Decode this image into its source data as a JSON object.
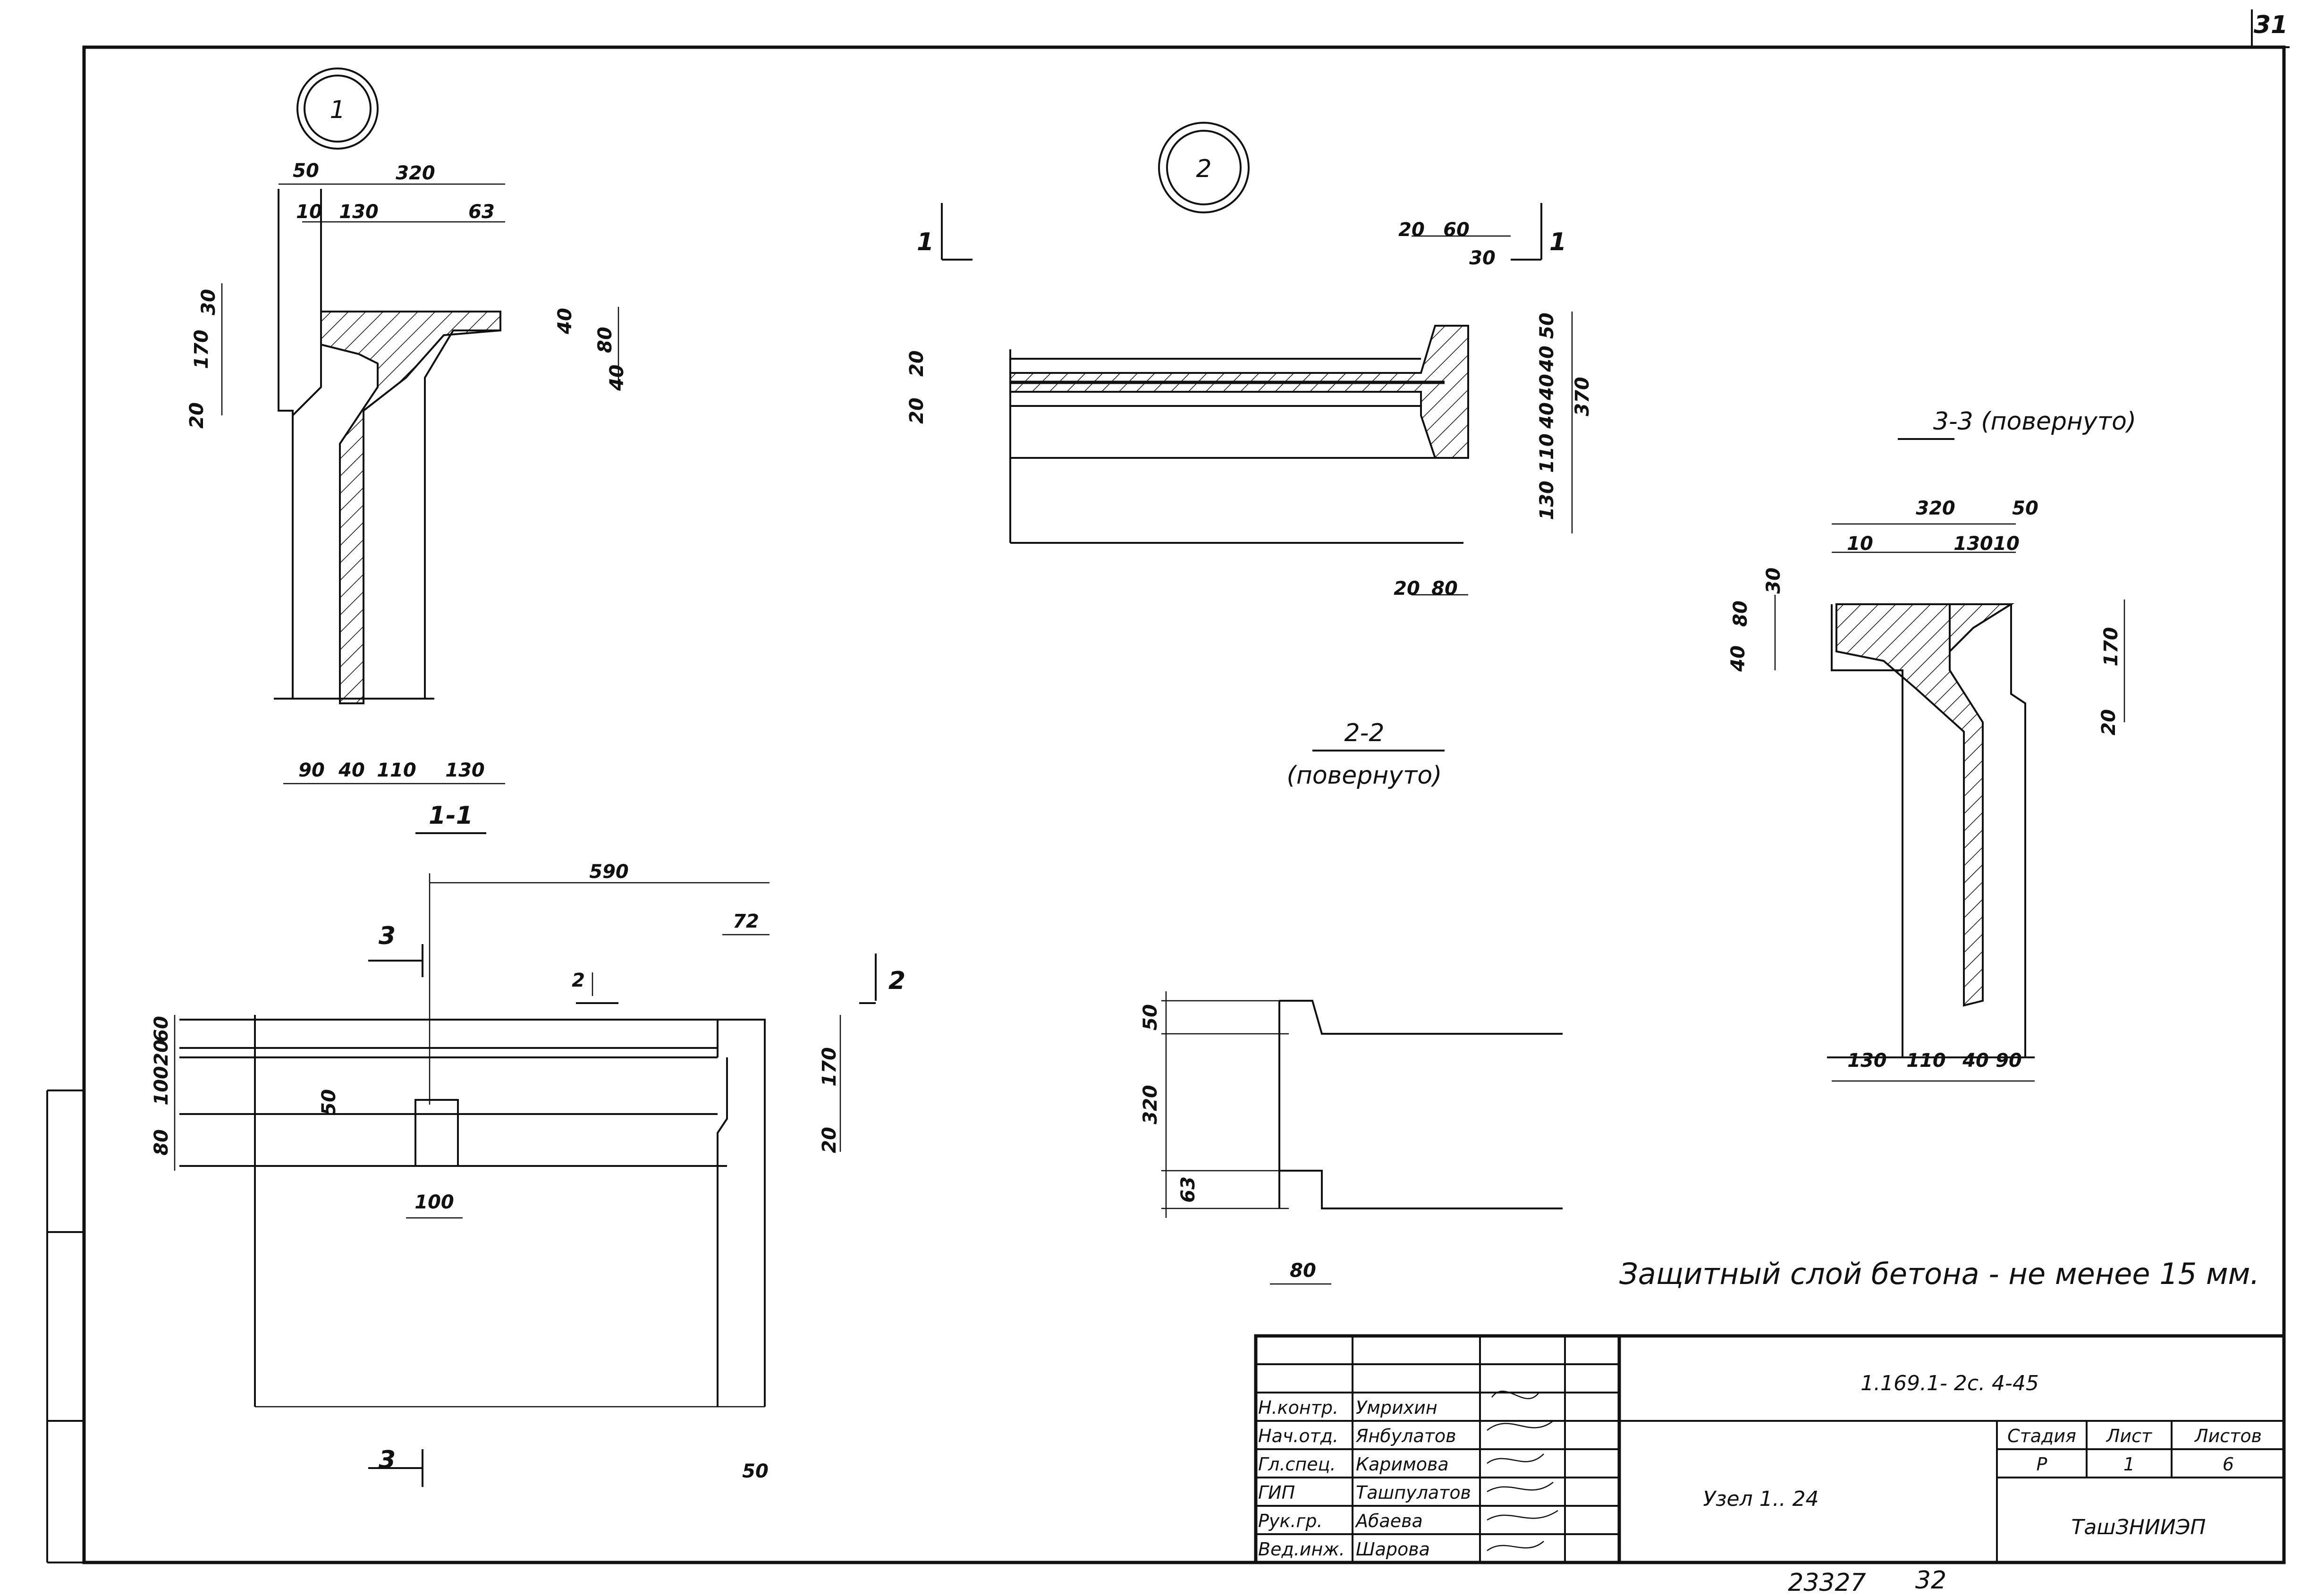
{
  "sheet": {
    "page_number": "31",
    "bottom_code": "23327",
    "bottom_sheet": "32"
  },
  "node1": {
    "label": "1",
    "section_label": "1-1",
    "dims_top": [
      "50",
      "320",
      "10",
      "130",
      "63"
    ],
    "dims_left": [
      "30",
      "170",
      "20"
    ],
    "dims_right": [
      "40",
      "80",
      "40"
    ],
    "dims_bottom": [
      "90",
      "40",
      "110",
      "130"
    ]
  },
  "node2": {
    "label": "2",
    "section_label": "2-2",
    "section_note": "(повернуто)",
    "cut_mark": "1",
    "cut_mark_right": "1",
    "dims_top": [
      "20",
      "60",
      "30"
    ],
    "dims_left": [
      "20",
      "20"
    ],
    "dims_right": [
      "50",
      "40",
      "40",
      "40",
      "110",
      "130"
    ],
    "dim_total": "370",
    "dims_bottom": [
      "20",
      "80"
    ]
  },
  "node3": {
    "section_label": "3-3 (повернуто)",
    "dims_top": [
      "320",
      "50",
      "10",
      "130",
      "10"
    ],
    "dims_left": [
      "30",
      "80",
      "40"
    ],
    "dims_right": [
      "170",
      "20"
    ],
    "dims_bottom": [
      "130",
      "110",
      "40",
      "90"
    ]
  },
  "plan": {
    "dim_width": "590",
    "dim_small": "72",
    "cut3": "3",
    "cut2": "2",
    "dims_left": [
      "60",
      "20",
      "100",
      "80"
    ],
    "dim_50": "50",
    "dim_100": "100",
    "dims_right": [
      "170",
      "20"
    ],
    "dim_50b": "50"
  },
  "side": {
    "dims": [
      "50",
      "320",
      "63"
    ],
    "dim_80": "80"
  },
  "note": "Защитный слой бетона - не менее 15 мм.",
  "title_block": {
    "doc_code": "1.169.1- 2с. 4-45",
    "title": "Узел 1.. 24",
    "org": "ТашЗНИИЭП",
    "col_stage": "Стадия",
    "col_sheet": "Лист",
    "col_sheets": "Листов",
    "stage": "Р",
    "sheet": "1",
    "sheets": "6",
    "roles": [
      {
        "role": "Н.контр.",
        "name": "Умрихин"
      },
      {
        "role": "Нач.отд.",
        "name": "Янбулатов"
      },
      {
        "role": "Гл.спец.",
        "name": "Каримова"
      },
      {
        "role": "ГИП",
        "name": "Ташпулатов"
      },
      {
        "role": "Рук.гр.",
        "name": "Абаева"
      },
      {
        "role": "Вед.инж.",
        "name": "Шарова"
      }
    ]
  }
}
